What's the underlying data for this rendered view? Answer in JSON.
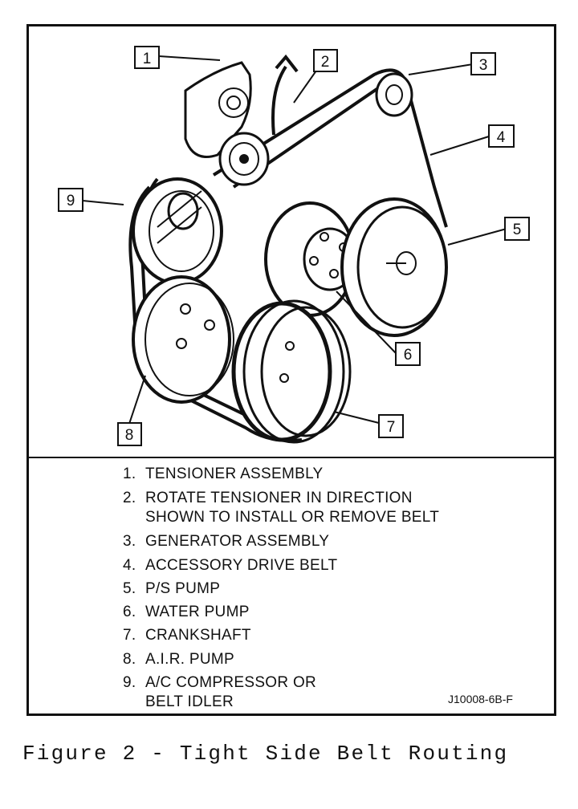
{
  "callouts": [
    "1",
    "2",
    "3",
    "4",
    "5",
    "6",
    "7",
    "8",
    "9"
  ],
  "legend": [
    {
      "num": "1.",
      "lines": [
        "TENSIONER ASSEMBLY"
      ]
    },
    {
      "num": "2.",
      "lines": [
        "ROTATE TENSIONER IN DIRECTION",
        "SHOWN TO INSTALL OR REMOVE BELT"
      ]
    },
    {
      "num": "3.",
      "lines": [
        "GENERATOR ASSEMBLY"
      ]
    },
    {
      "num": "4.",
      "lines": [
        "ACCESSORY DRIVE BELT"
      ]
    },
    {
      "num": "5.",
      "lines": [
        "P/S PUMP"
      ]
    },
    {
      "num": "6.",
      "lines": [
        "WATER PUMP"
      ]
    },
    {
      "num": "7.",
      "lines": [
        "CRANKSHAFT"
      ]
    },
    {
      "num": "8.",
      "lines": [
        "A.I.R. PUMP"
      ]
    },
    {
      "num": "9.",
      "lines": [
        "A/C COMPRESSOR OR",
        "BELT IDLER"
      ]
    }
  ],
  "doc_code": "J10008-6B-F",
  "caption": "Figure 2 - Tight Side Belt Routing",
  "icons": {
    "rotate_arrow": "curved-up-arrow-icon"
  }
}
